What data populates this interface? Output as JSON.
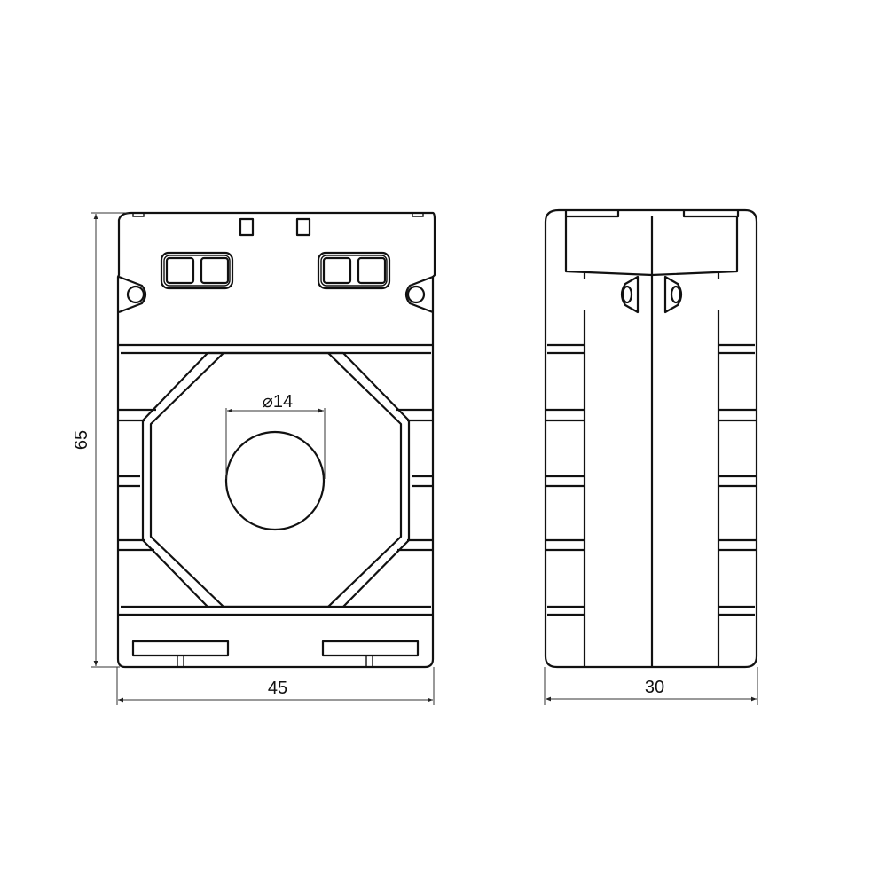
{
  "drawing": {
    "front_view": {
      "width_label": "45",
      "height_label": "65",
      "hole_label": "⌀14"
    },
    "side_view": {
      "depth_label": "30"
    }
  },
  "colors": {
    "line": "#111111",
    "background": "#ffffff"
  }
}
